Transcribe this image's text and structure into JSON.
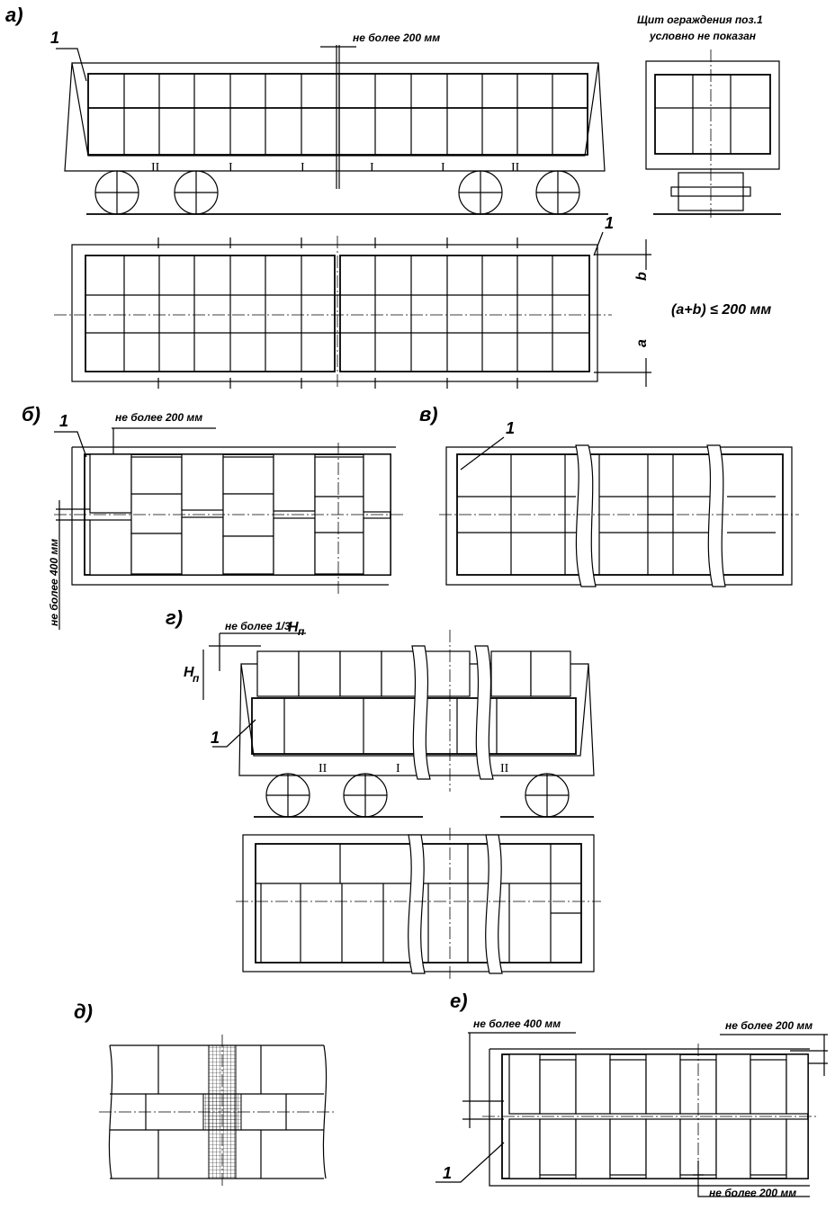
{
  "figure": {
    "labels": {
      "a": "а)",
      "b": "б)",
      "v": "в)",
      "g": "г)",
      "d": "д)",
      "e": "е)"
    },
    "note_shield": [
      "Щит ограждения поз.1",
      "условно не показан"
    ],
    "item_marker": "1",
    "dimension_200": "не более 200 мм",
    "dimension_400": "не более 400 мм",
    "dimension_third": "не более 1/3",
    "h_symbol": "H",
    "h_subscript": "п",
    "dim_b": "b",
    "dim_a": "a",
    "formula": "(a+b) ≤ 200 мм",
    "roman_two": "II",
    "roman_one": "I"
  }
}
